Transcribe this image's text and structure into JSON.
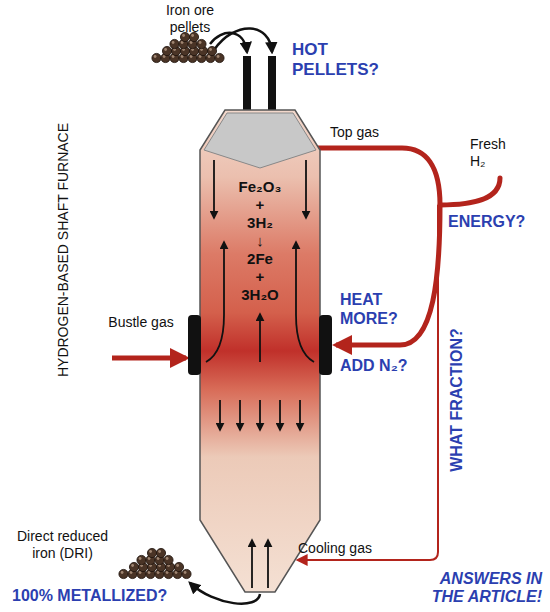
{
  "diagram": {
    "nodes": [
      {
        "text": [
          "Fe₂O₃ + 3H₂ ↓ 2Fe + 3H₂O"
        ]
      }
    ],
    "labels": [
      "Iron ore pellets",
      "HOT PELLETS?",
      "Top gas",
      "Fresh H₂",
      "ENERGY?",
      "HYDROGEN-BASED SHAFT FURNACE",
      "Bustle gas",
      "HEAT MORE?",
      "ADD N₂?",
      "WHAT FRACTION?",
      "Cooling gas",
      "Direct reduced iron (DRI)",
      "100% METALLIZED?",
      "ANSWERS IN THE ARTICLE!"
    ]
  }
}
